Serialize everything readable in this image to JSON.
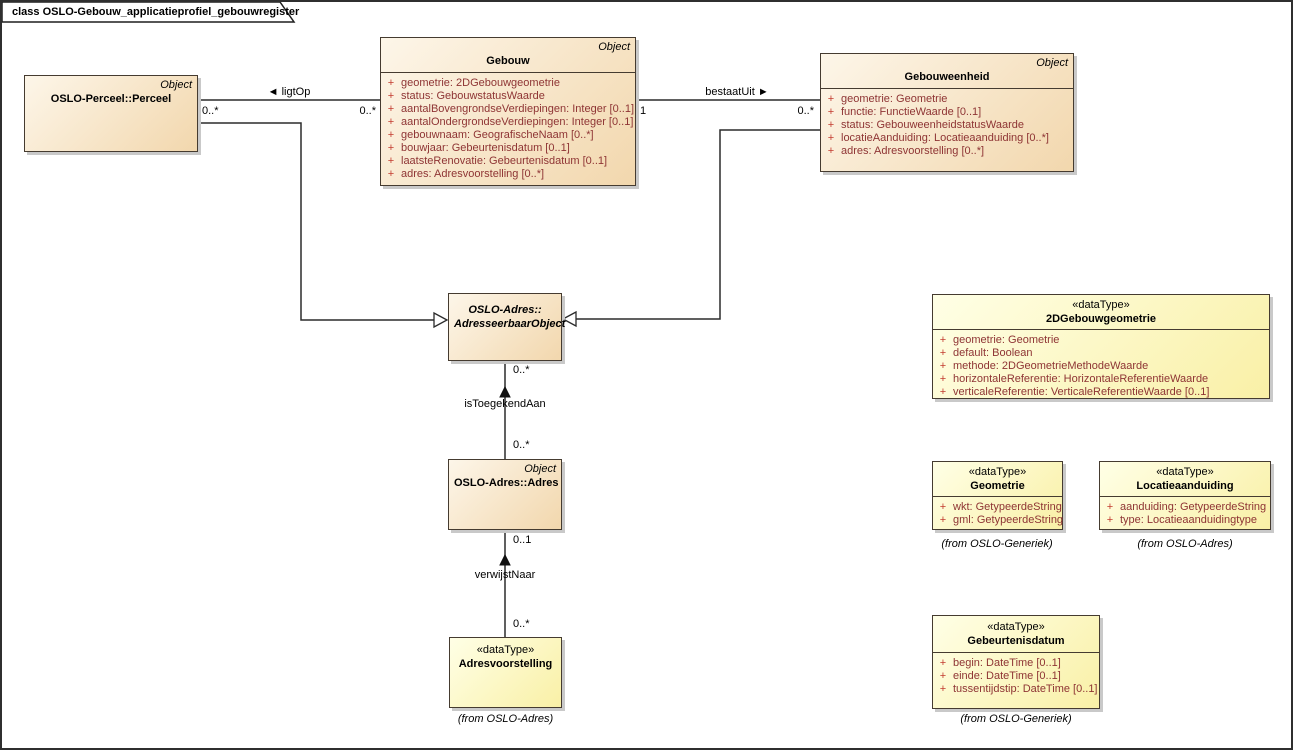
{
  "diagram": {
    "title": "class OSLO-Gebouw_applicatieprofiel_gebouwregister"
  },
  "colors": {
    "class_fill_light": "#fdf6e9",
    "class_fill_dark": "#f2d7ad",
    "datatype_fill_light": "#ffffe6",
    "datatype_fill_dark": "#f9f0a6",
    "box_border": "#453b30",
    "shadow": "#c9c9c9",
    "attribute_text": "#8e3434",
    "visibility_marker": "#c23a2e",
    "line": "#2b2b2b"
  },
  "classes": {
    "perceel": {
      "stereotype": "Object",
      "name": "OSLO-Perceel::Perceel"
    },
    "gebouw": {
      "stereotype": "Object",
      "name": "Gebouw",
      "attributes": [
        {
          "vis": "+",
          "text": "geometrie: 2DGebouwgeometrie"
        },
        {
          "vis": "+",
          "text": "status: GebouwstatusWaarde"
        },
        {
          "vis": "+",
          "text": "aantalBovengrondseVerdiepingen: Integer [0..1]"
        },
        {
          "vis": "+",
          "text": "aantalOndergrondseVerdiepingen: Integer [0..1]"
        },
        {
          "vis": "+",
          "text": "gebouwnaam: GeografischeNaam [0..*]"
        },
        {
          "vis": "+",
          "text": "bouwjaar: Gebeurtenisdatum [0..1]"
        },
        {
          "vis": "+",
          "text": "laatsteRenovatie: Gebeurtenisdatum [0..1]"
        },
        {
          "vis": "+",
          "text": "adres: Adresvoorstelling [0..*]"
        }
      ]
    },
    "gebouweenheid": {
      "stereotype": "Object",
      "name": "Gebouweenheid",
      "attributes": [
        {
          "vis": "+",
          "text": "geometrie: Geometrie"
        },
        {
          "vis": "+",
          "text": "functie: FunctieWaarde [0..1]"
        },
        {
          "vis": "+",
          "text": "status: GebouweenheidstatusWaarde"
        },
        {
          "vis": "+",
          "text": "locatieAanduiding: Locatieaanduiding [0..*]"
        },
        {
          "vis": "+",
          "text": "adres: Adresvoorstelling [0..*]"
        }
      ]
    },
    "adresseerbaarobject": {
      "name_line1": "OSLO-Adres::",
      "name_line2": "AdresseerbaarObject"
    },
    "adres": {
      "stereotype": "Object",
      "name": "OSLO-Adres::Adres"
    },
    "adresvoorstelling": {
      "stereotype": "«dataType»",
      "name": "Adresvoorstelling",
      "from": "(from OSLO-Adres)"
    },
    "geometrie2d": {
      "stereotype": "«dataType»",
      "name": "2DGebouwgeometrie",
      "attributes": [
        {
          "vis": "+",
          "text": "geometrie: Geometrie"
        },
        {
          "vis": "+",
          "text": "default: Boolean"
        },
        {
          "vis": "+",
          "text": "methode: 2DGeometrieMethodeWaarde"
        },
        {
          "vis": "+",
          "text": "horizontaleReferentie: HorizontaleReferentieWaarde"
        },
        {
          "vis": "+",
          "text": "verticaleReferentie: VerticaleReferentieWaarde [0..1]"
        }
      ]
    },
    "geometrie": {
      "stereotype": "«dataType»",
      "name": "Geometrie",
      "attributes": [
        {
          "vis": "+",
          "text": "wkt: GetypeerdeString"
        },
        {
          "vis": "+",
          "text": "gml: GetypeerdeString"
        }
      ],
      "from": "(from OSLO-Generiek)"
    },
    "locatieaanduiding": {
      "stereotype": "«dataType»",
      "name": "Locatieaanduiding",
      "attributes": [
        {
          "vis": "+",
          "text": "aanduiding: GetypeerdeString"
        },
        {
          "vis": "+",
          "text": "type: Locatieaanduidingtype"
        }
      ],
      "from": "(from OSLO-Adres)"
    },
    "gebeurtenisdatum": {
      "stereotype": "«dataType»",
      "name": "Gebeurtenisdatum",
      "attributes": [
        {
          "vis": "+",
          "text": "begin: DateTime [0..1]"
        },
        {
          "vis": "+",
          "text": "einde: DateTime [0..1]"
        },
        {
          "vis": "+",
          "text": "tussentijdstip: DateTime [0..1]"
        }
      ],
      "from": "(from OSLO-Generiek)"
    }
  },
  "associations": {
    "ligtOp": {
      "label": "◄ ligtOp",
      "source_multiplicity": "0..*",
      "target_multiplicity": "0..*"
    },
    "bestaatUit": {
      "label": "bestaatUit ►",
      "source_multiplicity": "1",
      "target_multiplicity": "0..*"
    },
    "isToegekendAan": {
      "label": "isToegekendAan",
      "source_multiplicity": "0..*",
      "target_multiplicity": "0..*"
    },
    "verwijstNaar": {
      "label": "verwijstNaar",
      "source_multiplicity": "0..1",
      "target_multiplicity": "0..*"
    }
  }
}
